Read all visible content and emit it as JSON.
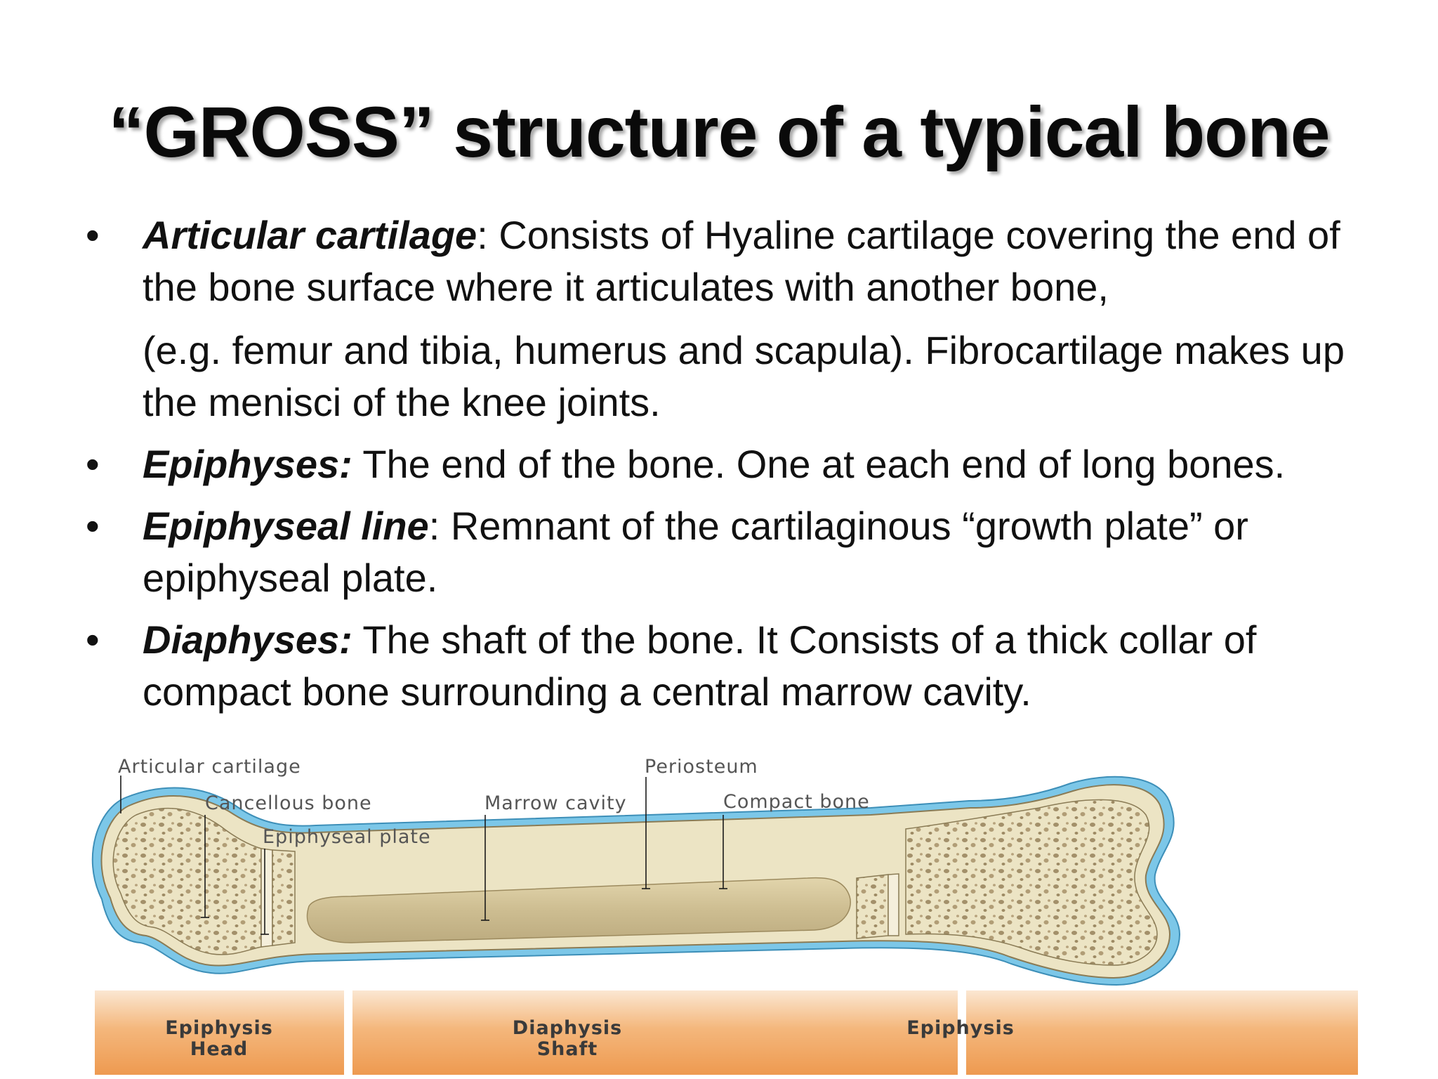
{
  "title": "“GROSS” structure of a typical bone",
  "bullets": [
    {
      "term": "Articular cartilage",
      "sep": ":",
      "text_a": " Consists of Hyaline cartilage covering the end of the bone surface where it articulates with another bone,",
      "text_b": " (e.g. femur and tibia, humerus and scapula). Fibrocartilage makes up the menisci of the knee joints."
    },
    {
      "term": "Epiphyses:",
      "sep": "",
      "text_a": " The end of the bone. One at each end of long bones."
    },
    {
      "term": "Epiphyseal line",
      "sep": ":",
      "text_a": " Remnant of the cartilaginous “growth plate” or epiphyseal plate."
    },
    {
      "term": "Diaphyses:",
      "sep": "",
      "text_a": " The shaft of the bone. It Consists of a thick collar of compact bone surrounding a central marrow cavity."
    }
  ],
  "bullet_glyph": "•",
  "diagram": {
    "labels": {
      "articular_cartilage": "Articular cartilage",
      "cancellous_bone": "Cancellous bone",
      "epiphyseal_plate": "Epiphyseal plate",
      "marrow_cavity": "Marrow cavity",
      "periosteum": "Periosteum",
      "compact_bone": "Compact bone"
    },
    "regions": {
      "head_line1": "Epiphysis",
      "head_line2": "Head",
      "shaft_line1": "Diaphysis",
      "shaft_line2": "Shaft",
      "end_line1": "Epiphysis"
    },
    "colors": {
      "cartilage": "#7cc7e8",
      "bone": "#ece4c4",
      "marrow": "#cdbd91",
      "region_band": "#f0a15c"
    }
  }
}
